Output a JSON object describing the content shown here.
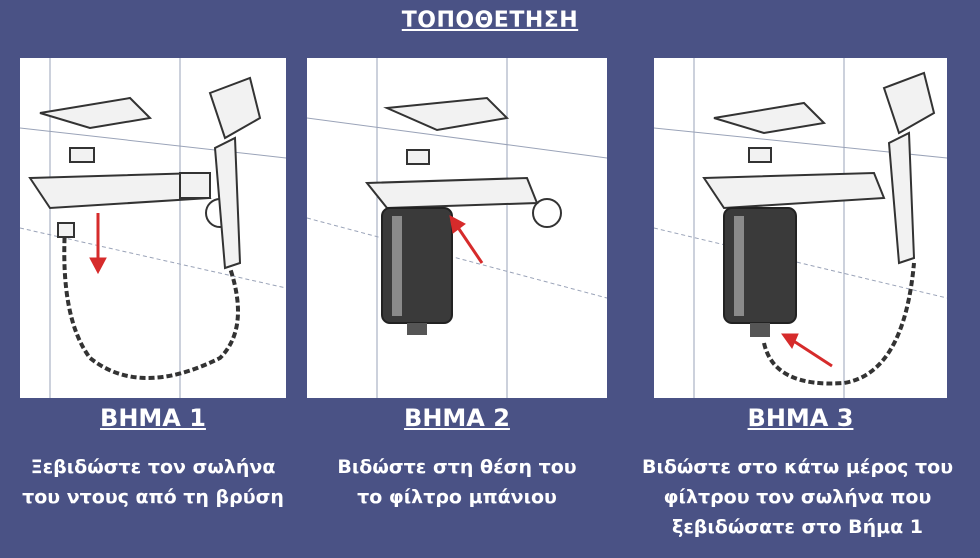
{
  "title": "ΤΟΠΟΘΕΤΗΣΗ",
  "steps": [
    {
      "label": "ΒΗΜΑ 1",
      "lines": [
        "Ξεβιδώστε τον σωλήνα",
        "του ντους από τη βρύση"
      ]
    },
    {
      "label": "ΒΗΜΑ 2",
      "lines": [
        "Βιδώστε στη θέση του",
        "το φίλτρο μπάνιου"
      ]
    },
    {
      "label": "ΒΗΜΑ 3",
      "lines": [
        "Βιδώστε στο κάτω μέρος του",
        "φίλτρου τον σωλήνα που",
        "ξεβιδώσατε στο Βήμα 1"
      ]
    }
  ],
  "colors": {
    "background": "#4a5285",
    "text": "#ffffff",
    "arrow": "#d62b2b",
    "line": "#333333"
  },
  "illustrations": [
    "faucet-hose-removed",
    "faucet-with-filter",
    "faucet-filter-hose"
  ]
}
